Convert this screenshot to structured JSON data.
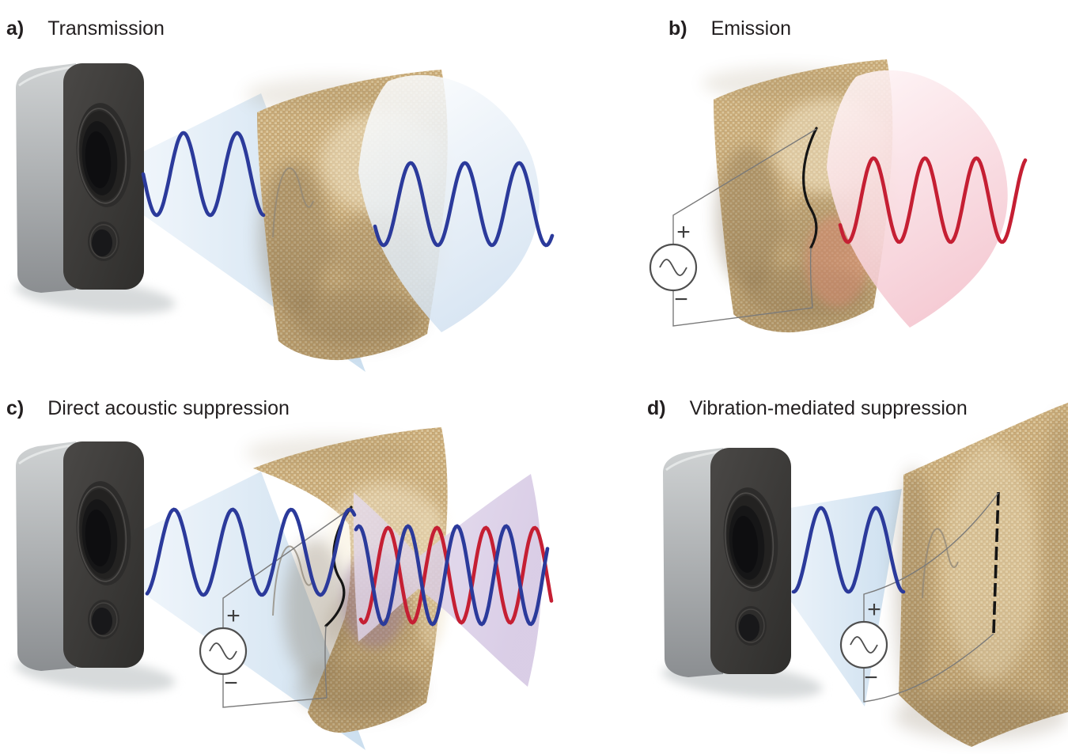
{
  "figure": {
    "panels": [
      {
        "id": "a",
        "tag": "a)",
        "title": "Transmission"
      },
      {
        "id": "b",
        "tag": "b)",
        "title": "Emission"
      },
      {
        "id": "c",
        "tag": "c)",
        "title": "Direct acoustic suppression"
      },
      {
        "id": "d",
        "tag": "d)",
        "title": "Vibration-mediated suppression"
      }
    ],
    "source_labels": {
      "plus": "+",
      "minus": "−"
    },
    "colors": {
      "wave_blue": "#2b3a9b",
      "wave_red": "#c51f33",
      "beam_blue_light": "#f2f7fc",
      "beam_blue_deep": "#c9ddee",
      "emission_pink": "#f4c5cf",
      "suppression_purple": "#d5c6e3",
      "fabric_base": "#d5bc8d",
      "speaker_front": "#3a3836",
      "speaker_side": "#9b9ea1",
      "ink": "#231f20"
    }
  }
}
